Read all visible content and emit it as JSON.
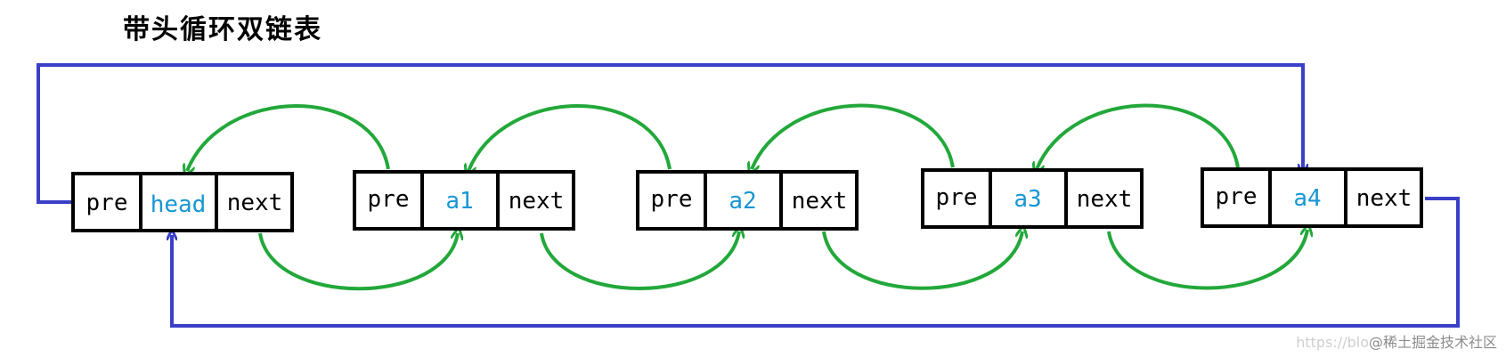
{
  "title": "带头循环双链表",
  "colors": {
    "node_border": "#000000",
    "value_text": "#1796d3",
    "link_arrow": "#22a83a",
    "wrap_arrow": "#3a3fc8"
  },
  "nodes": [
    {
      "pre": "pre",
      "value": "head",
      "next": "next"
    },
    {
      "pre": "pre",
      "value": "a1",
      "next": "next"
    },
    {
      "pre": "pre",
      "value": "a2",
      "next": "next"
    },
    {
      "pre": "pre",
      "value": "a3",
      "next": "next"
    },
    {
      "pre": "pre",
      "value": "a4",
      "next": "next"
    }
  ],
  "watermark": {
    "prefix": "https://blo",
    "text": "@稀土掘金技术社区"
  }
}
